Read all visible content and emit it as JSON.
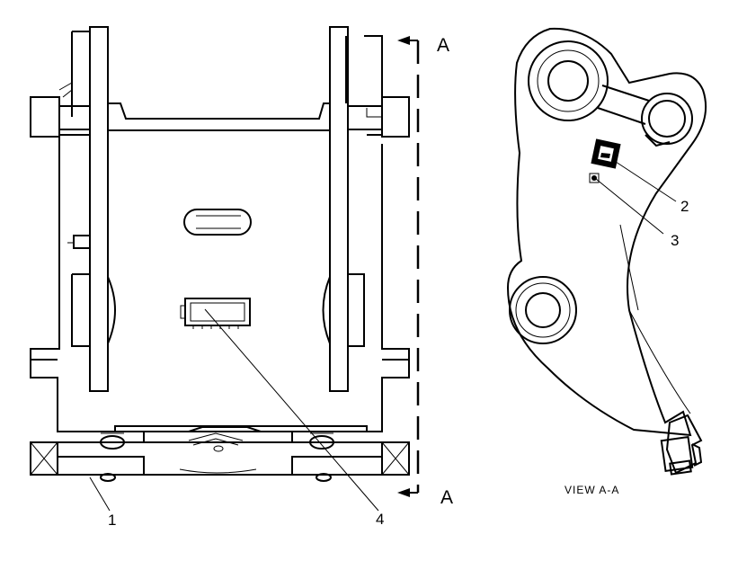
{
  "callouts": {
    "c1": "1",
    "c2": "2",
    "c3": "3",
    "c4": "4"
  },
  "section_marks": {
    "top": "A",
    "bottom": "A"
  },
  "view_label": "VIEW A-A",
  "colors": {
    "line": "#000000",
    "background": "#ffffff"
  }
}
